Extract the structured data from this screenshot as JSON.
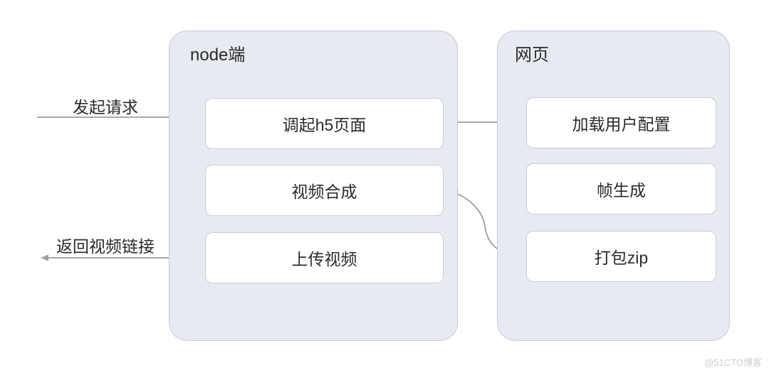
{
  "groups": {
    "node": {
      "title": "node端",
      "boxes": [
        "调起h5页面",
        "视频合成",
        "上传视频"
      ]
    },
    "web": {
      "title": "网页",
      "boxes": [
        "加载用户配置",
        "帧生成",
        "打包zip"
      ]
    }
  },
  "edge_labels": {
    "incoming_request": "发起请求",
    "return_video_link": "返回视频链接"
  },
  "watermark": "@51CTO博客",
  "colors": {
    "container_fill": "#e8eaf1",
    "container_border": "#c6cbd7",
    "box_fill": "#ffffff",
    "box_border": "#c9cdd5",
    "arrow": "#9a9da3",
    "text": "#2a2a2a",
    "watermark": "#cfcfcf"
  }
}
